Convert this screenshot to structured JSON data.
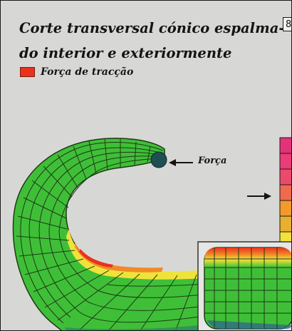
{
  "title": {
    "line1": "Corte transversal cónico espalma-",
    "line2": "do interior e exteriormente"
  },
  "legend": {
    "label": "Força de tracção",
    "color": "#e8321e"
  },
  "annotation": {
    "force_label": "Força"
  },
  "page_number": "8",
  "colors": {
    "background": "#d7d8d5",
    "mesh_green": "#3fbf38",
    "mesh_lines": "#1d3a14",
    "stress_yellow": "#f0e23a",
    "stress_orange": "#f08a26",
    "stress_red": "#e8321e",
    "scale_magenta": "#e4327a",
    "scale_pink": "#f0567e",
    "dark_teal": "#1f4f52"
  },
  "scale_colors": [
    "#e4327a",
    "#ea3c76",
    "#ec4a6c",
    "#f06a50",
    "#f49a2c",
    "#f2e23a"
  ]
}
